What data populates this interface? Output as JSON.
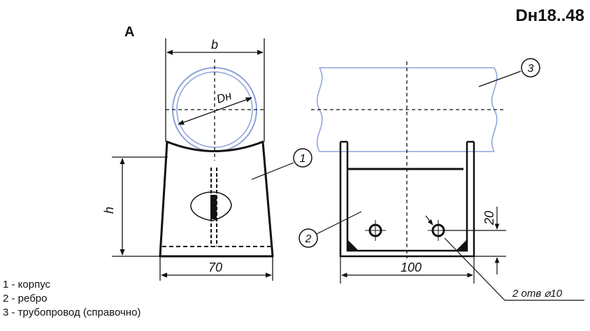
{
  "title": "Dн18..48",
  "view_label": "А",
  "dimensions": {
    "b": "b",
    "dn": "Dн",
    "h": "h",
    "width_70": "70",
    "width_100": "100",
    "offset_20": "20",
    "holes": "2 отв ⌀10"
  },
  "callouts": [
    "1",
    "2",
    "3"
  ],
  "legend": [
    "1 - корпус",
    "2 - ребро",
    "3 - трубопровод (справочно)"
  ],
  "colors": {
    "pipe": "#8ea1d8",
    "line": "#111111"
  }
}
